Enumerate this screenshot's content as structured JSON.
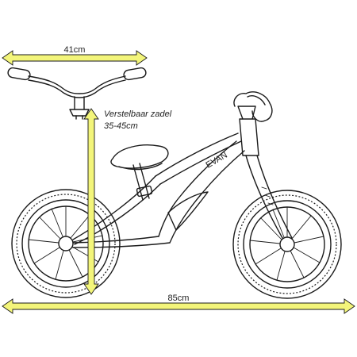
{
  "dimensions": {
    "handlebar_width": "41cm",
    "saddle_label": "Verstelbaar zadel",
    "saddle_range": "35-45cm",
    "total_length": "85cm"
  },
  "brand_text": "EVAN",
  "colors": {
    "arrow_fill": "#f3f57a",
    "arrow_stroke": "#1a1a1a",
    "line": "#1a1a1a"
  },
  "icons": [
    "handlebar-icon",
    "balance-bike-icon",
    "double-arrow-icon"
  ]
}
